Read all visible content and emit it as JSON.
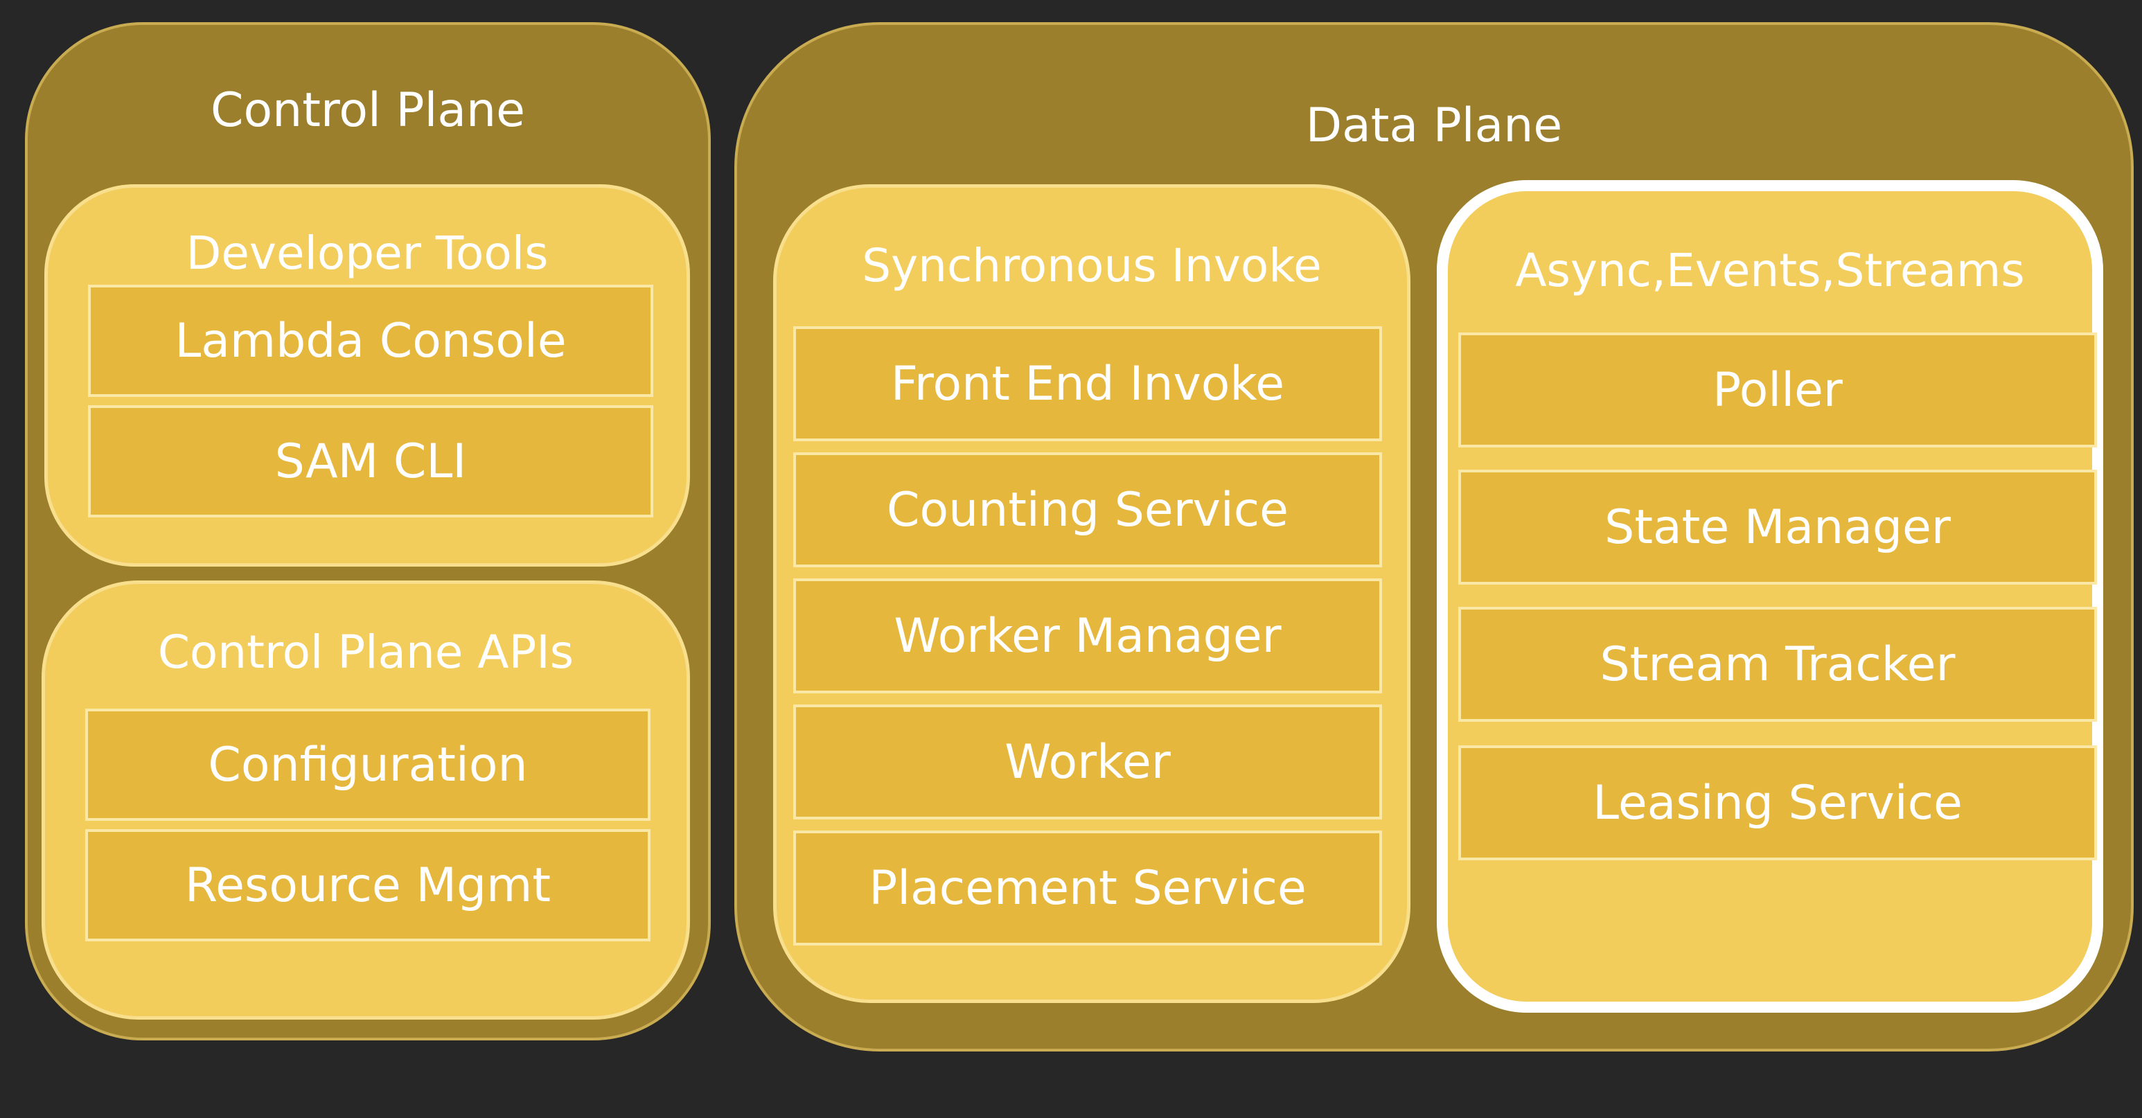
{
  "colors": {
    "background": "#272727",
    "plane_fill": "#9b7f2c",
    "group_fill": "#f3cd5c",
    "item_fill": "#e6b73d",
    "text": "#ffffff",
    "highlight_border": "#ffffff"
  },
  "control_plane": {
    "title": "Control Plane",
    "developer_tools": {
      "title": "Developer Tools",
      "items": [
        "Lambda Console",
        "SAM CLI"
      ]
    },
    "apis": {
      "title": "Control Plane APIs",
      "items": [
        "Configuration",
        "Resource Mgmt"
      ]
    }
  },
  "data_plane": {
    "title": "Data Plane",
    "sync": {
      "title": "Synchronous Invoke",
      "items": [
        "Front End Invoke",
        "Counting Service",
        "Worker Manager",
        "Worker",
        "Placement Service"
      ]
    },
    "async": {
      "title": "Async,Events,Streams",
      "items": [
        "Poller",
        "State Manager",
        "Stream Tracker",
        "Leasing Service"
      ]
    }
  }
}
